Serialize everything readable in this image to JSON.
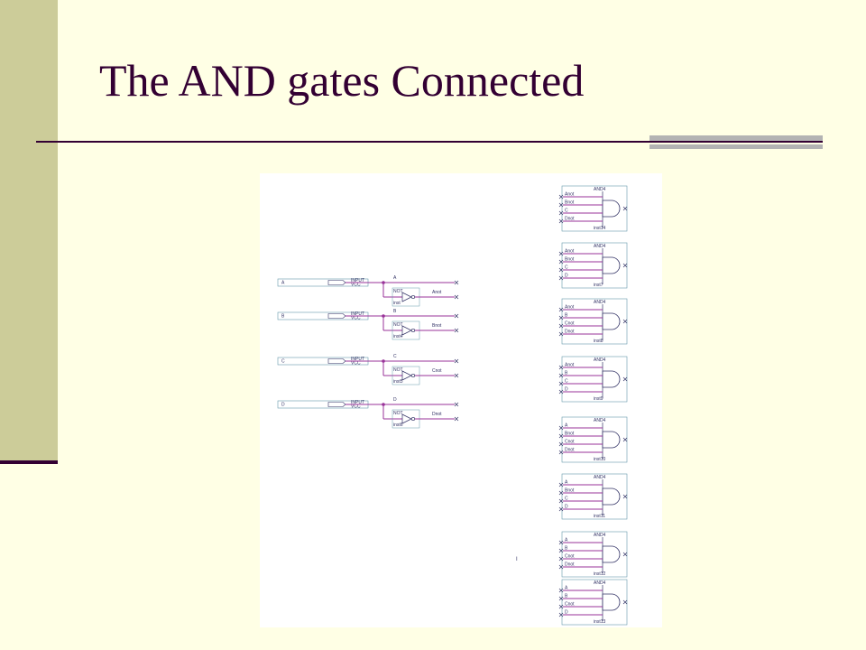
{
  "slide": {
    "title": "The AND gates Connected",
    "colors": {
      "background": "#ffffe5",
      "sidebar": "#cccc99",
      "title": "#330033",
      "wire": "#993399",
      "symbol": "#333366"
    }
  },
  "schematic": {
    "inputs": [
      {
        "pin": "A",
        "type": "INPUT",
        "supply": "VCC",
        "net": "A",
        "not_net": "Anot",
        "not_type": "NOT",
        "not_inst": "inst"
      },
      {
        "pin": "B",
        "type": "INPUT",
        "supply": "VCC",
        "net": "B",
        "not_net": "Bnot",
        "not_type": "NOT",
        "not_inst": "inst4"
      },
      {
        "pin": "C",
        "type": "INPUT",
        "supply": "VCC",
        "net": "C",
        "not_net": "Cnot",
        "not_type": "NOT",
        "not_inst": "inst5"
      },
      {
        "pin": "D",
        "type": "INPUT",
        "supply": "VCC",
        "net": "D",
        "not_net": "Dnot",
        "not_type": "NOT",
        "not_inst": "inst6"
      }
    ],
    "gates": [
      {
        "type": "AND4",
        "inst": "inst14",
        "inputs": [
          "Anot",
          "Bnot",
          "C",
          "Dnot"
        ]
      },
      {
        "type": "AND4",
        "inst": "inst7",
        "inputs": [
          "Anot",
          "Bnot",
          "C",
          "D"
        ]
      },
      {
        "type": "AND4",
        "inst": "inst8",
        "inputs": [
          "Anot",
          "B",
          "Cnot",
          "Dnot"
        ]
      },
      {
        "type": "AND4",
        "inst": "inst9",
        "inputs": [
          "Anot",
          "B",
          "C",
          "D"
        ]
      },
      {
        "type": "AND4",
        "inst": "inst10",
        "inputs": [
          "A",
          "Bnot",
          "Cnot",
          "Dnot"
        ]
      },
      {
        "type": "AND4",
        "inst": "inst11",
        "inputs": [
          "A",
          "Bnot",
          "C",
          "D"
        ]
      },
      {
        "type": "AND4",
        "inst": "inst12",
        "inputs": [
          "A",
          "B",
          "Cnot",
          "Dnot"
        ]
      },
      {
        "type": "AND4",
        "inst": "inst13",
        "inputs": [
          "A",
          "B",
          "Cnot",
          "D"
        ]
      }
    ],
    "cursor_mark": "I"
  }
}
